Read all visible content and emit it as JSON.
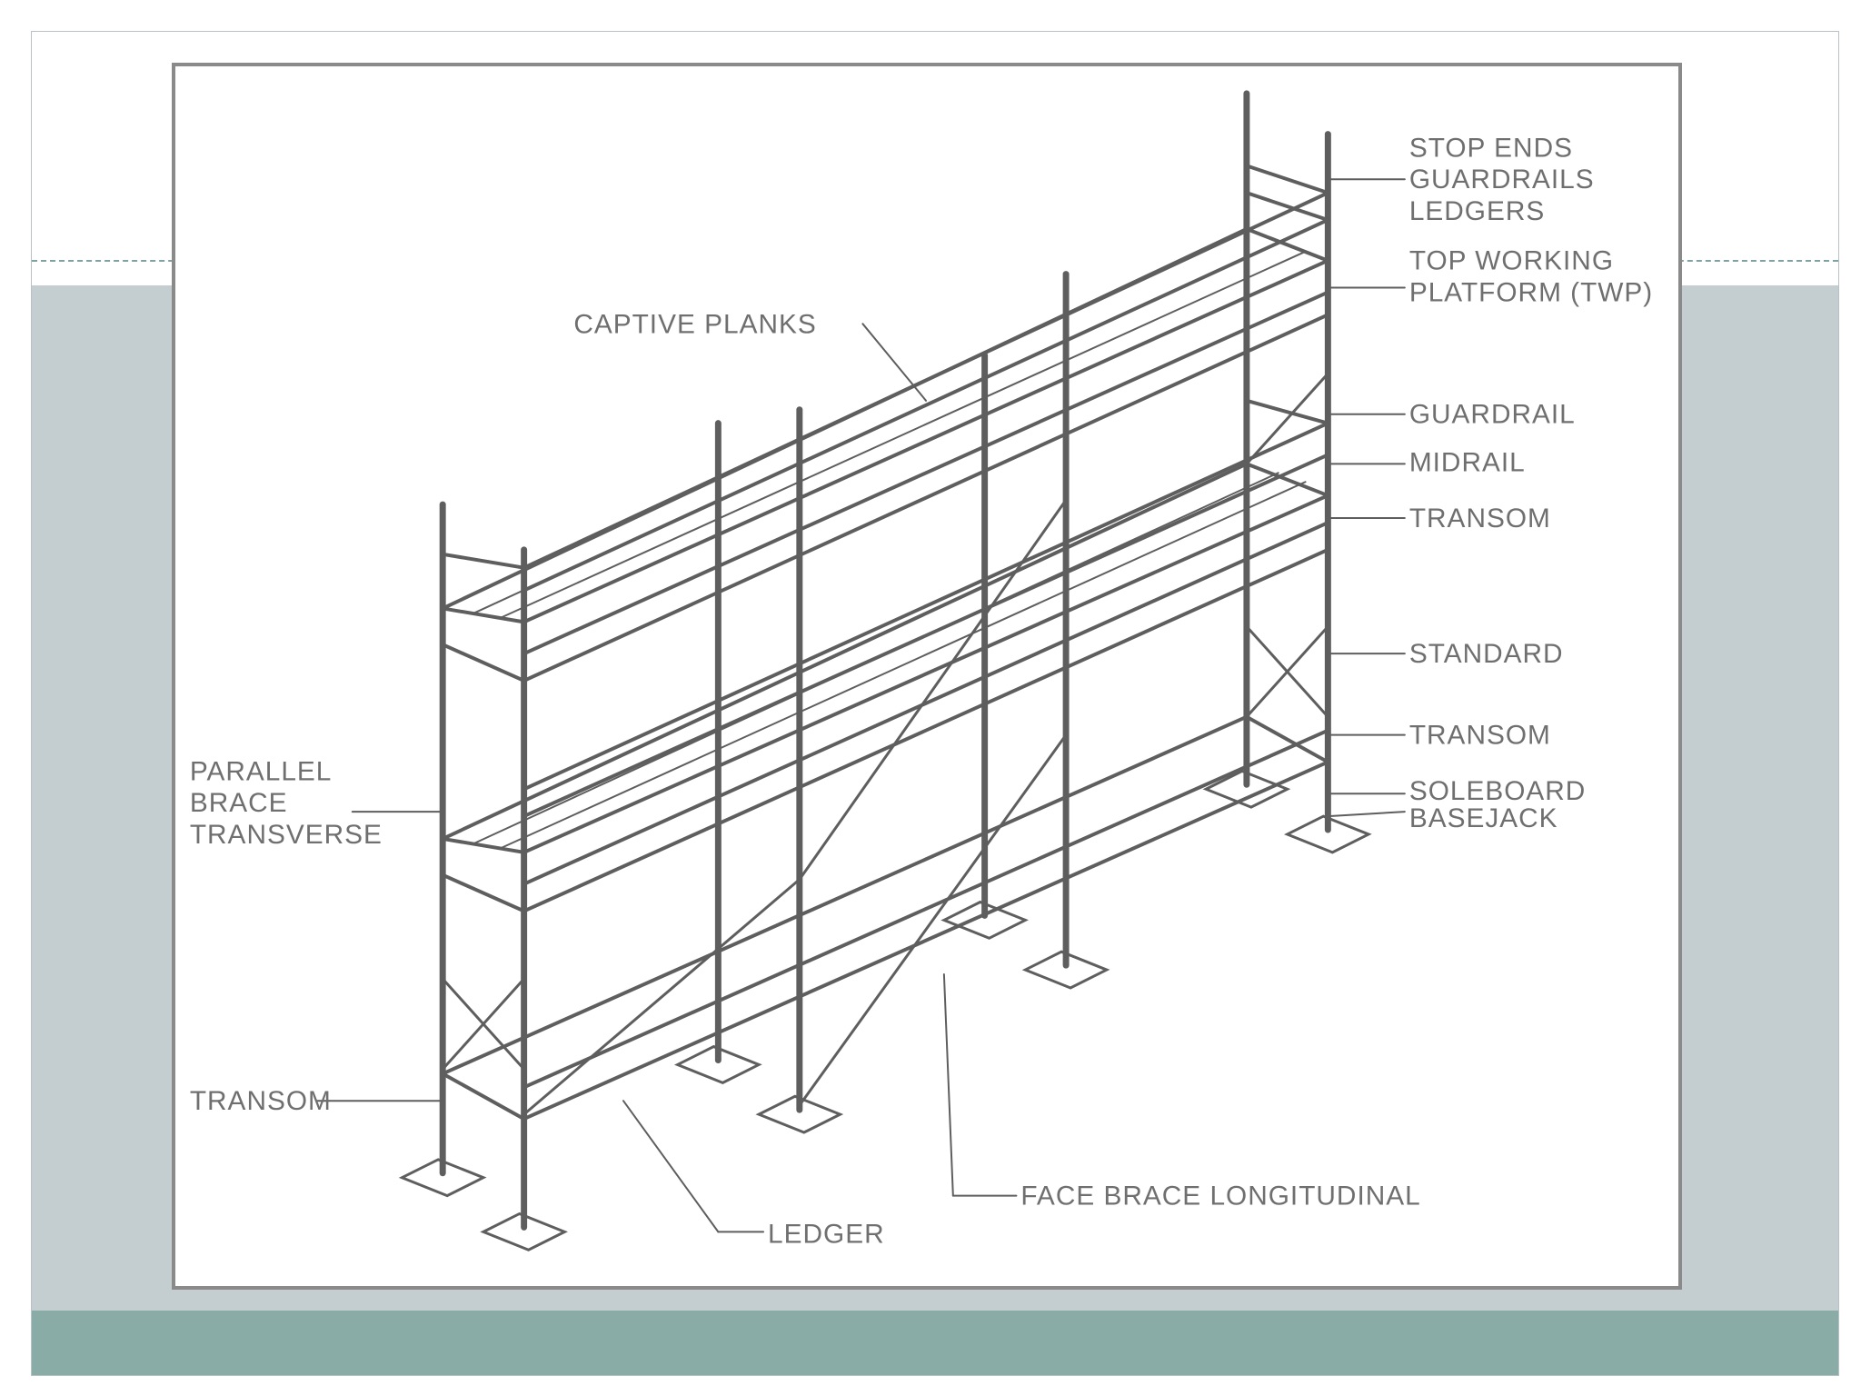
{
  "diagram": {
    "labels": {
      "stop_ends_1": "STOP ENDS",
      "stop_ends_2": "GUARDRAILS",
      "stop_ends_3": "LEDGERS",
      "twp_1": "TOP WORKING",
      "twp_2": "PLATFORM (TWP)",
      "captive_planks": "CAPTIVE PLANKS",
      "guardrail": "GUARDRAIL",
      "midrail": "MIDRAIL",
      "transom_upper": "TRANSOM",
      "standard": "STANDARD",
      "transom_lower": "TRANSOM",
      "soleboard": "SOLEBOARD",
      "basejack": "BASEJACK",
      "parallel_1": "PARALLEL",
      "parallel_2": "BRACE",
      "parallel_3": "TRANSVERSE",
      "transom_left": "TRANSOM",
      "face_brace": "FACE BRACE LONGITUDINAL",
      "ledger": "LEDGER"
    }
  },
  "colors": {
    "mid_band": "#c4ced1",
    "bottom_band": "#89aca7",
    "line": "#5e5e5e"
  }
}
